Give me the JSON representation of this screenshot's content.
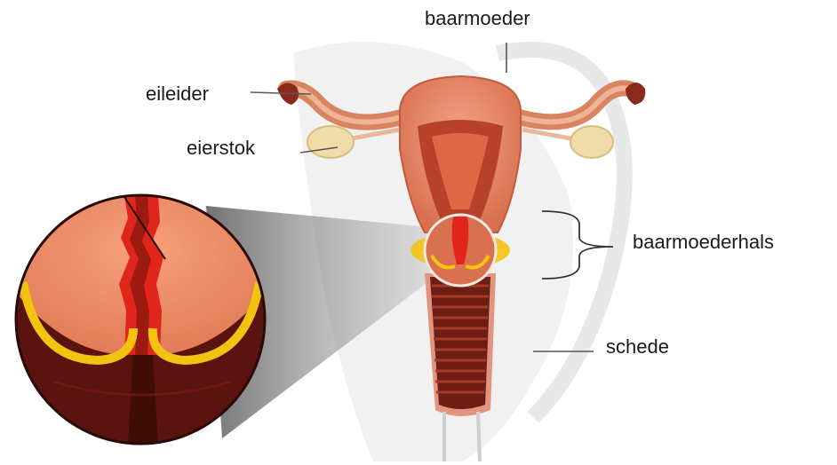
{
  "labels": {
    "uterus": "baarmoeder",
    "fallopian_tube": "eileider",
    "ovary": "eierstok",
    "cervix": "baarmoederhals",
    "vagina": "schede"
  },
  "colors": {
    "uterus_outer": "#e8896a",
    "uterus_inner": "#c2472e",
    "lining_red": "#e0261a",
    "canal_dark": "#5a130e",
    "mucus_yellow": "#f2c40f",
    "ovary_cream": "#f0dca8",
    "leader_line": "#555555",
    "label_text": "#1a1a1a"
  }
}
